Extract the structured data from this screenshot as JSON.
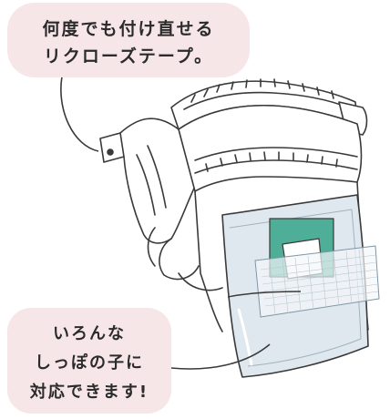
{
  "callout_top": {
    "line1": "何度でも付け直せる",
    "line2": "リクローズテープ。"
  },
  "callout_bottom": {
    "line1": "いろんな",
    "line2": "しっぽの子に",
    "line3": "対応できます!"
  },
  "colors": {
    "bubble": "#f7e6e8",
    "outline": "#3a3a3a",
    "pad": "#dfe8ee",
    "tape": "#4fae97"
  }
}
